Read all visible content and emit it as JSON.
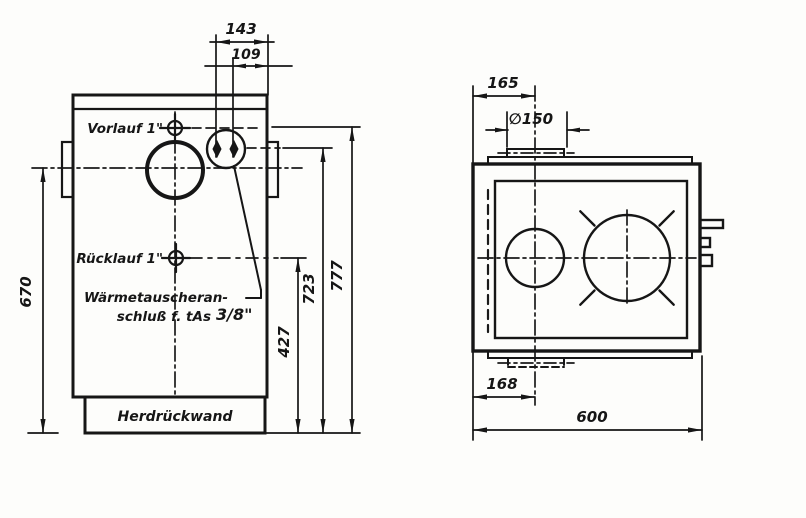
{
  "figure": {
    "type": "technical-drawing",
    "ink_color": "#161616",
    "paper_color": "#fdfdfb"
  },
  "rear_view": {
    "labels": {
      "vorlauf": "Vorlauf 1\"",
      "ruecklauf": "Rücklauf 1\"",
      "waermetauscher_line1": "Wärmetauscheran-",
      "waermetauscher_line2": "schluß f. tAs",
      "waermetauscher_size": "3/8\"",
      "herdrueckwand": "Herdrückwand"
    },
    "dimensions": {
      "collar_width": "143",
      "connector_offset": "109",
      "height_flue_center": "670",
      "height_ruecklauf": "427",
      "height_connectors": "723",
      "height_vorlauf": "777"
    }
  },
  "top_view": {
    "dimensions": {
      "flue_center_offset": "165",
      "flue_diameter": "∅150",
      "bottom_collar_offset": "168",
      "total_width": "600"
    }
  }
}
